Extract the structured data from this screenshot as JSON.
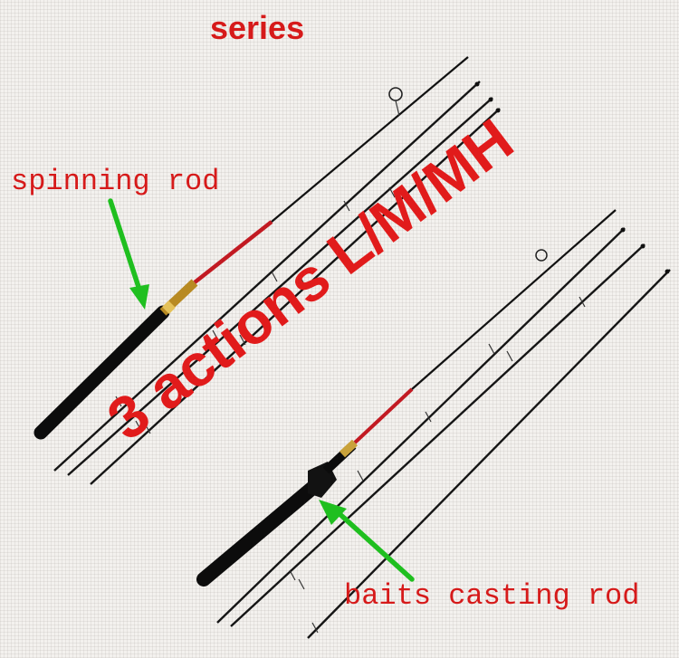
{
  "title": "series",
  "labels": {
    "spinning": "spinning rod",
    "actions": "3 actions L/M/MH",
    "casting": "baits casting rod"
  },
  "colors": {
    "label_red": "#d61a1a",
    "arrow_green": "#1fbf1f",
    "rod_red_section": "#c21a22",
    "gold_ring": "#c9a23a",
    "grip_black": "#111111"
  }
}
